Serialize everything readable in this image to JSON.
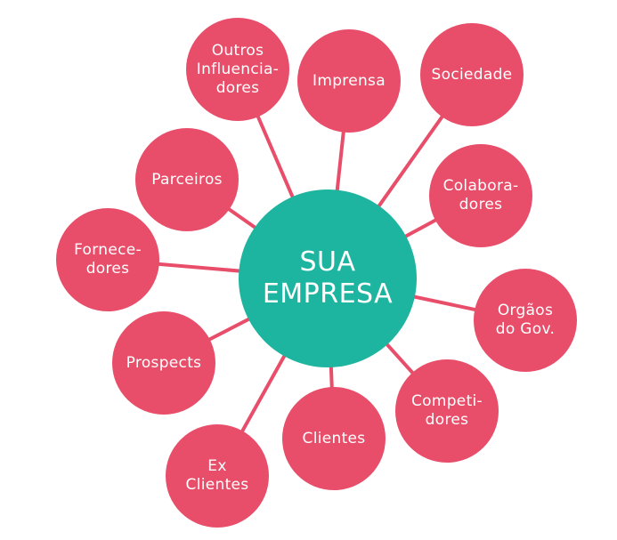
{
  "colors": {
    "center": "#1EB5A0",
    "node": "#E84E6A",
    "line": "#E84E6A",
    "text": "#FFFFFF"
  },
  "center": {
    "label": "SUA\nEMPRESA"
  },
  "stakeholders": [
    {
      "label": "Outros\nInfluencia-\ndores"
    },
    {
      "label": "Imprensa"
    },
    {
      "label": "Sociedade"
    },
    {
      "label": "Colabora-\ndores"
    },
    {
      "label": "Orgãos\ndo Gov."
    },
    {
      "label": "Competi-\ndores"
    },
    {
      "label": "Clientes"
    },
    {
      "label": "Ex\nClientes"
    },
    {
      "label": "Prospects"
    },
    {
      "label": "Fornece-\ndores"
    },
    {
      "label": "Parceiros"
    }
  ]
}
